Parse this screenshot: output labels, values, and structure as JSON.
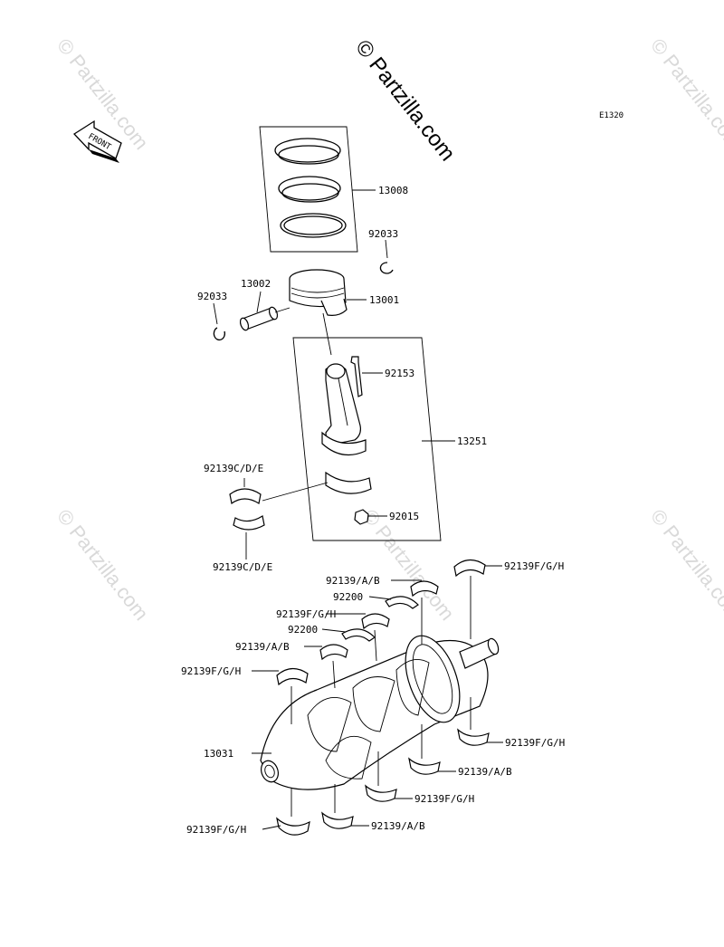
{
  "diagram_code": "E1320",
  "front_label": "FRONT",
  "watermark": {
    "main": "© Partzilla.com",
    "repeat": "© Partzilla.com"
  },
  "labels": {
    "rings": "13008",
    "circlip_right": "92033",
    "pin": "13002",
    "circlip_left": "92033",
    "piston": "13001",
    "rod_bolt": "92153",
    "rod_assy": "13251",
    "rod_bearing_upper": "92139C/D/E",
    "rod_nut": "92015",
    "rod_bearing_lower": "92139C/D/E",
    "main_top_right": "92139F/G/H",
    "main_ab_1": "92139/A/B",
    "thrust_1": "92200",
    "main_fgh_1": "92139F/G/H",
    "thrust_2": "92200",
    "main_ab_2": "92139/A/B",
    "main_fgh_2": "92139F/G/H",
    "crankshaft": "13031",
    "lower_fgh_right": "92139F/G/H",
    "lower_ab_1": "92139/A/B",
    "lower_fgh_mid": "92139F/G/H",
    "lower_ab_2": "92139/A/B",
    "lower_fgh_left": "92139F/G/H"
  }
}
